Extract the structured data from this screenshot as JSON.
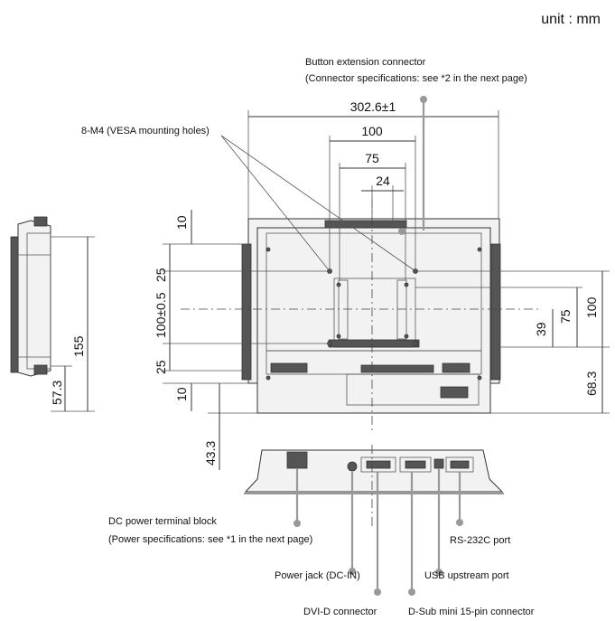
{
  "unit_label": "unit : mm",
  "callouts": {
    "button_ext_line1": "Button extension connector",
    "button_ext_line2": "(Connector specifications: see *2 in the next page)",
    "vesa": "8-M4 (VESA mounting holes)",
    "dc_terminal_line1": "DC power terminal block",
    "dc_terminal_line2": "(Power specifications: see *1 in the next page)",
    "power_jack": "Power jack (DC-IN)",
    "dvi": "DVI-D connector",
    "dsub": "D-Sub mini 15-pin connector",
    "usb": "USB upstream port",
    "rs232c": "RS-232C port"
  },
  "dimensions": {
    "width_overall": "302.6±1",
    "vesa_100": "100",
    "vesa_75": "75",
    "center_24": "24",
    "left_10_top": "10",
    "left_25_top": "25",
    "left_100": "100±0.5",
    "left_25_bottom": "25",
    "left_10_bottom": "10",
    "left_43_3": "43.3",
    "right_39": "39",
    "right_75": "75",
    "right_100": "100",
    "right_68_3": "68.3",
    "side_155": "155",
    "side_57_3": "57.3"
  }
}
